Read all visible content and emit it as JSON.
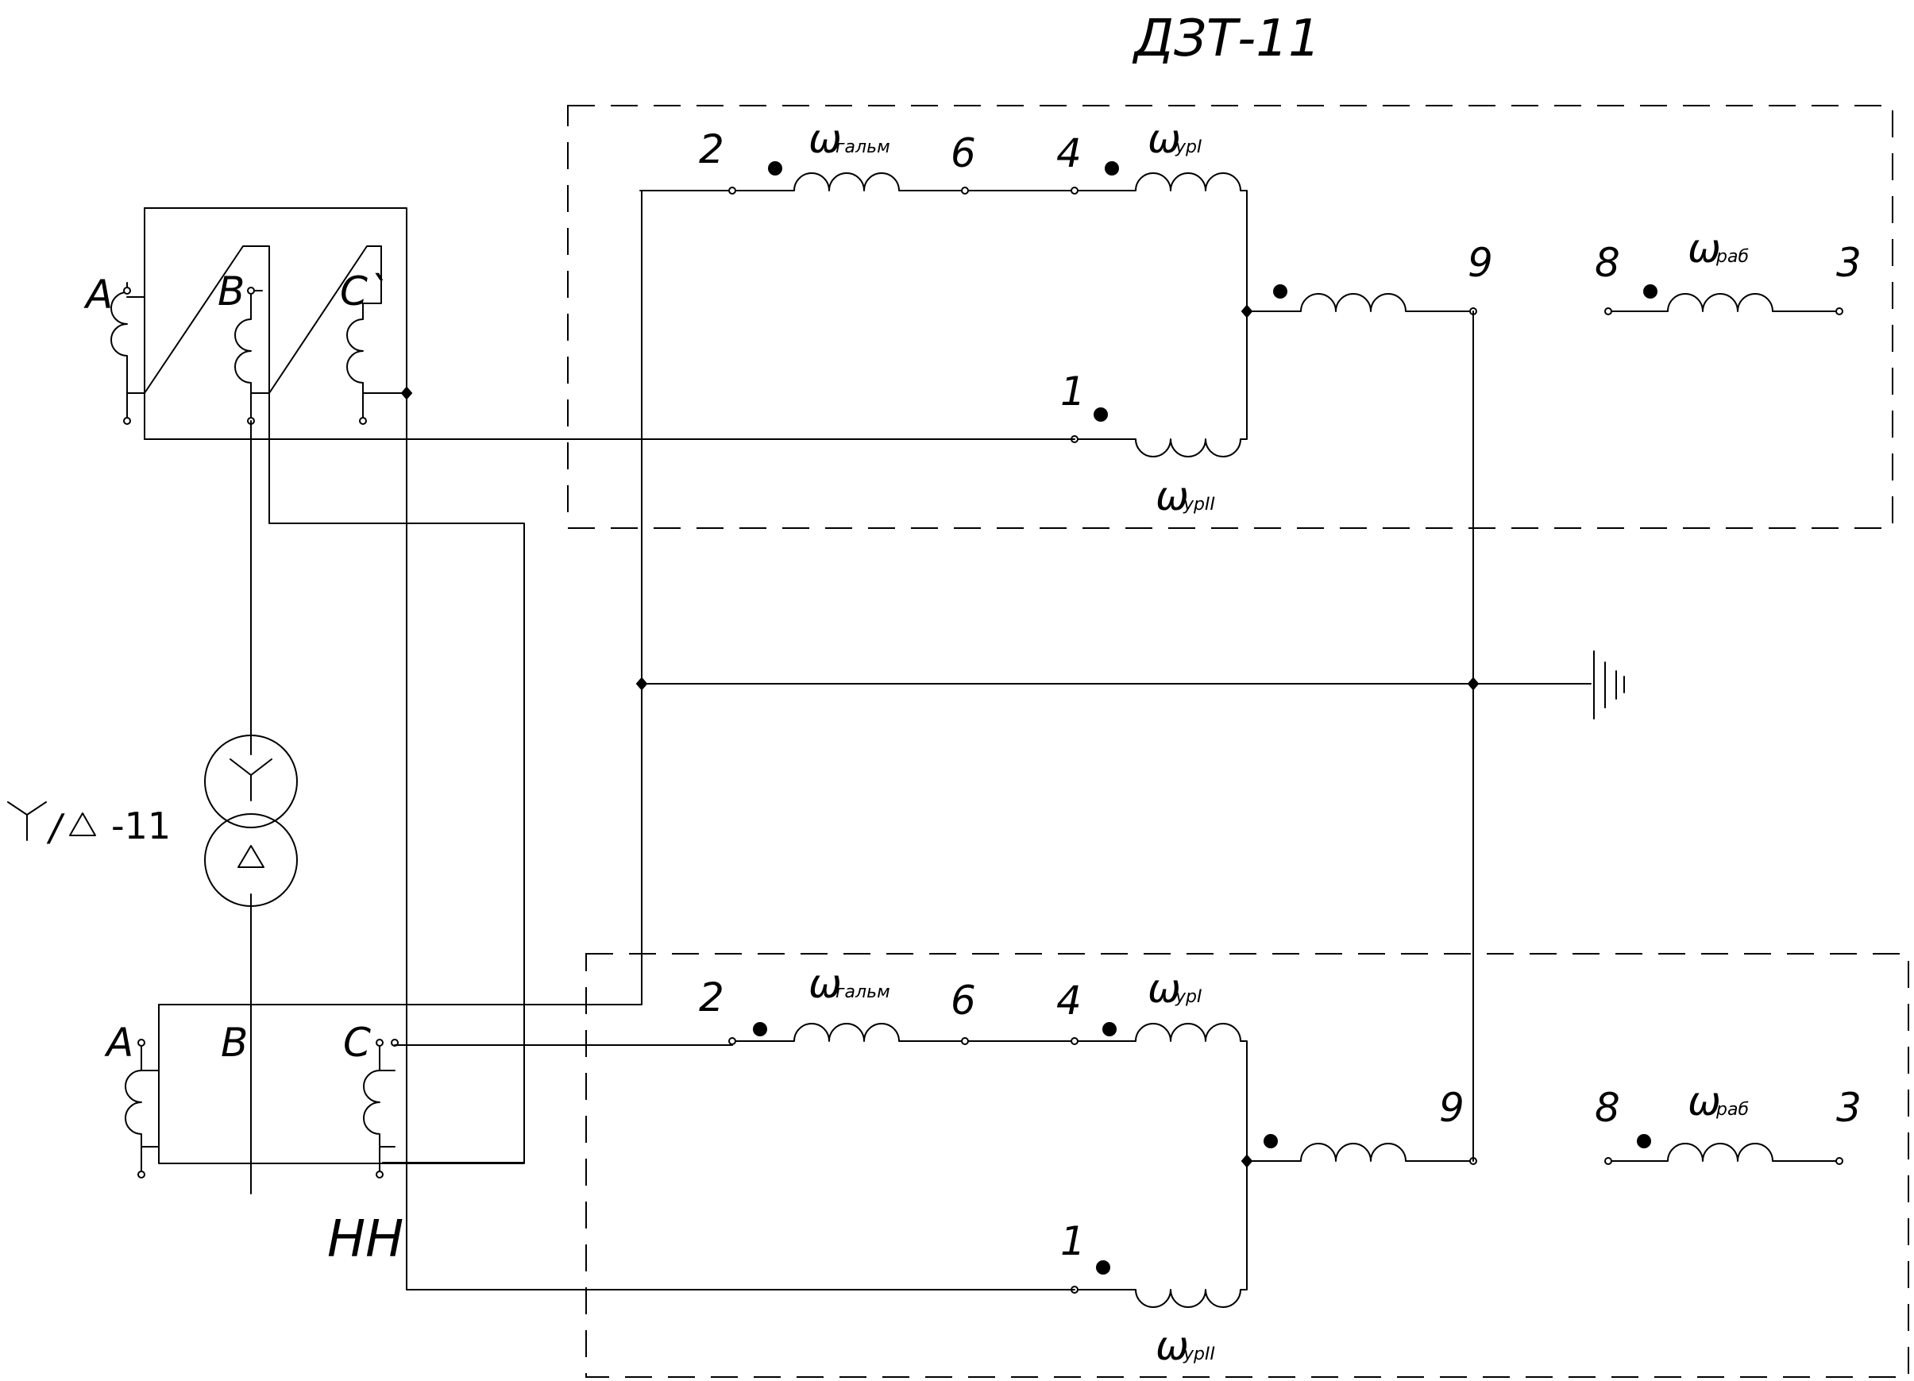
{
  "relay_name": "ДЗТ-11",
  "transformer_label": "Y/Δ -11",
  "lv_label": "НН",
  "upper_ct": {
    "a": "A",
    "b": "B",
    "c": "C`"
  },
  "lower_ct": {
    "a": "A",
    "b": "B",
    "c": "C"
  },
  "relay": {
    "omega": "ω",
    "brake_sub": "гальм",
    "eq1_sub": "урІ",
    "eq2_sub": "урІІ",
    "work_sub": "раб",
    "t1": "1",
    "t2": "2",
    "t3": "3",
    "t4": "4",
    "t6": "6",
    "t8": "8",
    "t9": "9"
  },
  "transformer_symbols": {
    "hv": "Y",
    "lv": "Δ"
  }
}
